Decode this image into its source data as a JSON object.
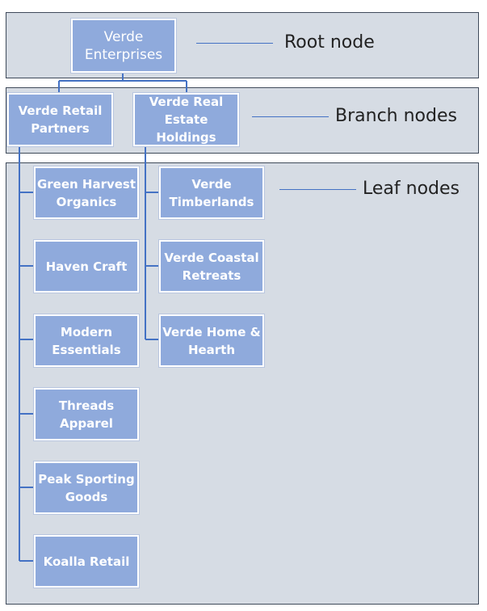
{
  "colors": {
    "band_fill": "#d6dce4",
    "node_fill": "#8faadc",
    "connector": "#4472c4",
    "label_text": "#222222"
  },
  "labels": {
    "root": "Root node",
    "branch": "Branch nodes",
    "leaf": "Leaf nodes"
  },
  "root": {
    "line1": "Verde",
    "line2": "Enterprises"
  },
  "branches": [
    {
      "line1": "Verde Retail",
      "line2": "Partners"
    },
    {
      "line1": "Verde Real",
      "line2": "Estate Holdings"
    }
  ],
  "leaves_retail": [
    {
      "line1": "Green Harvest",
      "line2": "Organics"
    },
    {
      "line1": "Haven Craft",
      "line2": ""
    },
    {
      "line1": "Modern",
      "line2": "Essentials"
    },
    {
      "line1": "Threads",
      "line2": "Apparel"
    },
    {
      "line1": "Peak Sporting",
      "line2": "Goods"
    },
    {
      "line1": "Koalla Retail",
      "line2": ""
    }
  ],
  "leaves_realestate": [
    {
      "line1": "Verde",
      "line2": "Timberlands"
    },
    {
      "line1": "Verde Coastal",
      "line2": "Retreats"
    },
    {
      "line1": "Verde Home &",
      "line2": "Hearth"
    }
  ]
}
